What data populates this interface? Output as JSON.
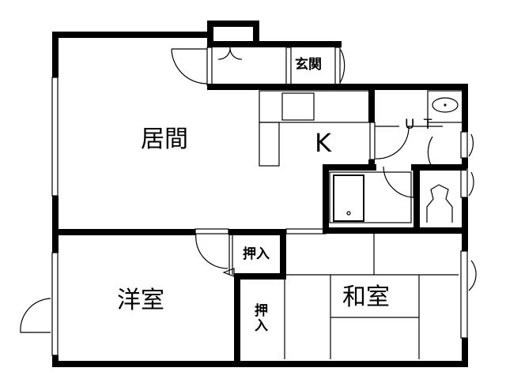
{
  "floor_plan": {
    "rooms": {
      "living": "居間",
      "kitchen": "K",
      "entrance": "玄関",
      "utility": "U T",
      "western_room": "洋室",
      "japanese_room": "和室",
      "closet_upper": "押入",
      "closet_lower": "押入"
    },
    "colors": {
      "wall": "#000000",
      "background": "#ffffff"
    }
  }
}
